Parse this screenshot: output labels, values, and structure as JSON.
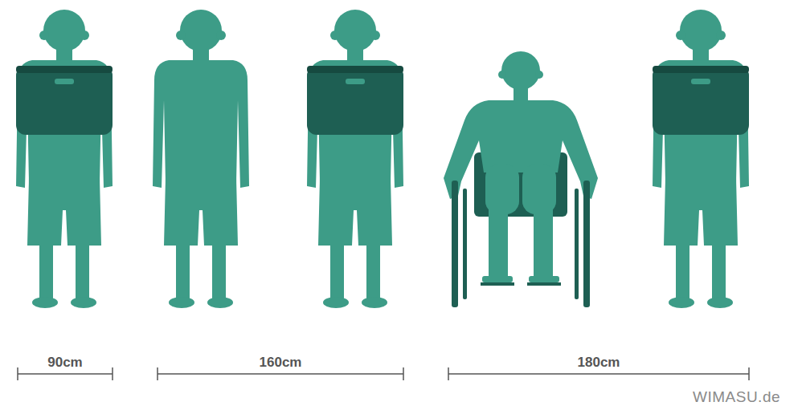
{
  "diagram": {
    "labels": [
      "90cm",
      "160cm",
      "180cm",
      "WIMASU.de"
    ]
  }
}
